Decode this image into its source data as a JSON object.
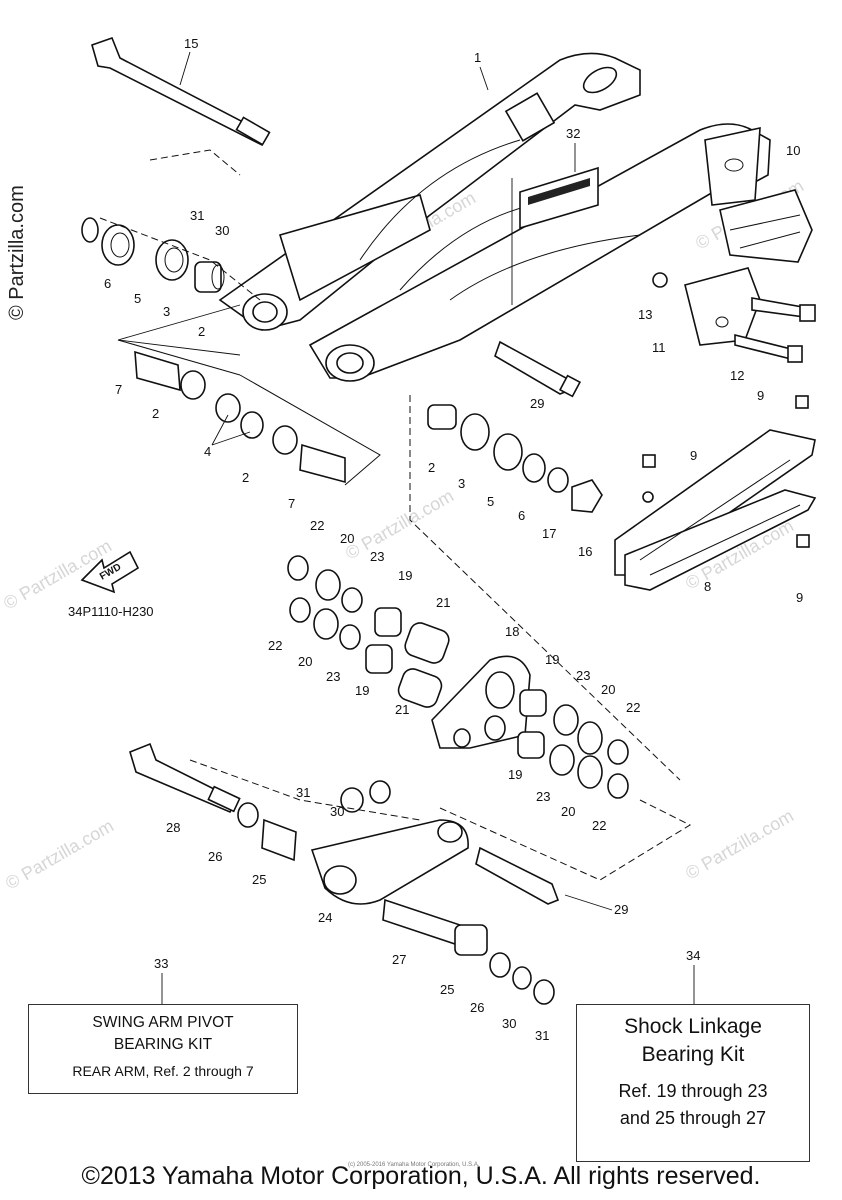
{
  "diagram": {
    "code": "34P1110-H230",
    "fwd_label": "FWD",
    "watermark": "© Partzilla.com",
    "callouts": [
      "1",
      "2",
      "3",
      "4",
      "5",
      "6",
      "7",
      "8",
      "9",
      "10",
      "11",
      "12",
      "13",
      "15",
      "16",
      "17",
      "18",
      "19",
      "20",
      "21",
      "22",
      "23",
      "24",
      "25",
      "26",
      "27",
      "28",
      "29",
      "30",
      "31",
      "32",
      "33",
      "34"
    ]
  },
  "kits": {
    "swing_arm": {
      "ref": "33",
      "line1": "SWING ARM PIVOT",
      "line2": "BEARING KIT",
      "line3": "REAR ARM, Ref. 2 through 7"
    },
    "shock_linkage": {
      "ref": "34",
      "line1": "Shock Linkage",
      "line2": "Bearing Kit",
      "line3": "Ref. 19 through 23",
      "line4": "and 25 through 27"
    }
  },
  "footer": {
    "copyright": "©2013 Yamaha Motor Corporation, U.S.A. All rights reserved.",
    "small_print": "(c) 2005-2016 Yamaha Motor Corporation, U.S.A."
  }
}
